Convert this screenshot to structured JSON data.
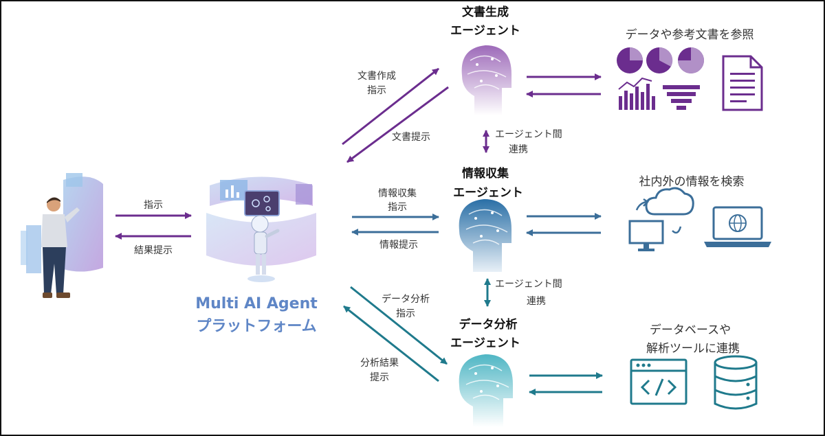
{
  "colors": {
    "document": "#6b2d8e",
    "info": "#3b6e99",
    "data": "#1f7a8c",
    "platform_text": "#5f86c6",
    "line": "#111111"
  },
  "platform": {
    "name_line1": "Multi AI Agent",
    "name_line2": "プラットフォーム"
  },
  "user_links": {
    "instruct": "指示",
    "result": "結果提示"
  },
  "agents": {
    "document": {
      "title_line1": "文書生成",
      "title_line2": "エージェント",
      "instruct_line1": "文書作成",
      "instruct_line2": "指示",
      "return_label": "文書提示",
      "resource_label": "データや参考文書を参照"
    },
    "info": {
      "title_line1": "情報収集",
      "title_line2": "エージェント",
      "instruct_line1": "情報収集",
      "instruct_line2": "指示",
      "return_label": "情報提示",
      "resource_label": "社内外の情報を検索"
    },
    "data": {
      "title_line1": "データ分析",
      "title_line2": "エージェント",
      "instruct_line1": "データ分析",
      "instruct_line2": "指示",
      "return_line1": "分析結果",
      "return_line2": "提示",
      "resource_line1": "データベースや",
      "resource_line2": "解析ツールに連携"
    }
  },
  "collab": {
    "line1": "エージェント間",
    "line2": "連携"
  },
  "icons": [
    "person-icon",
    "robot-icon",
    "brain-icon",
    "pie-chart-icon",
    "bar-chart-icon",
    "funnel-chart-icon",
    "document-icon",
    "cloud-sync-icon",
    "laptop-globe-icon",
    "code-window-icon",
    "database-icon"
  ]
}
